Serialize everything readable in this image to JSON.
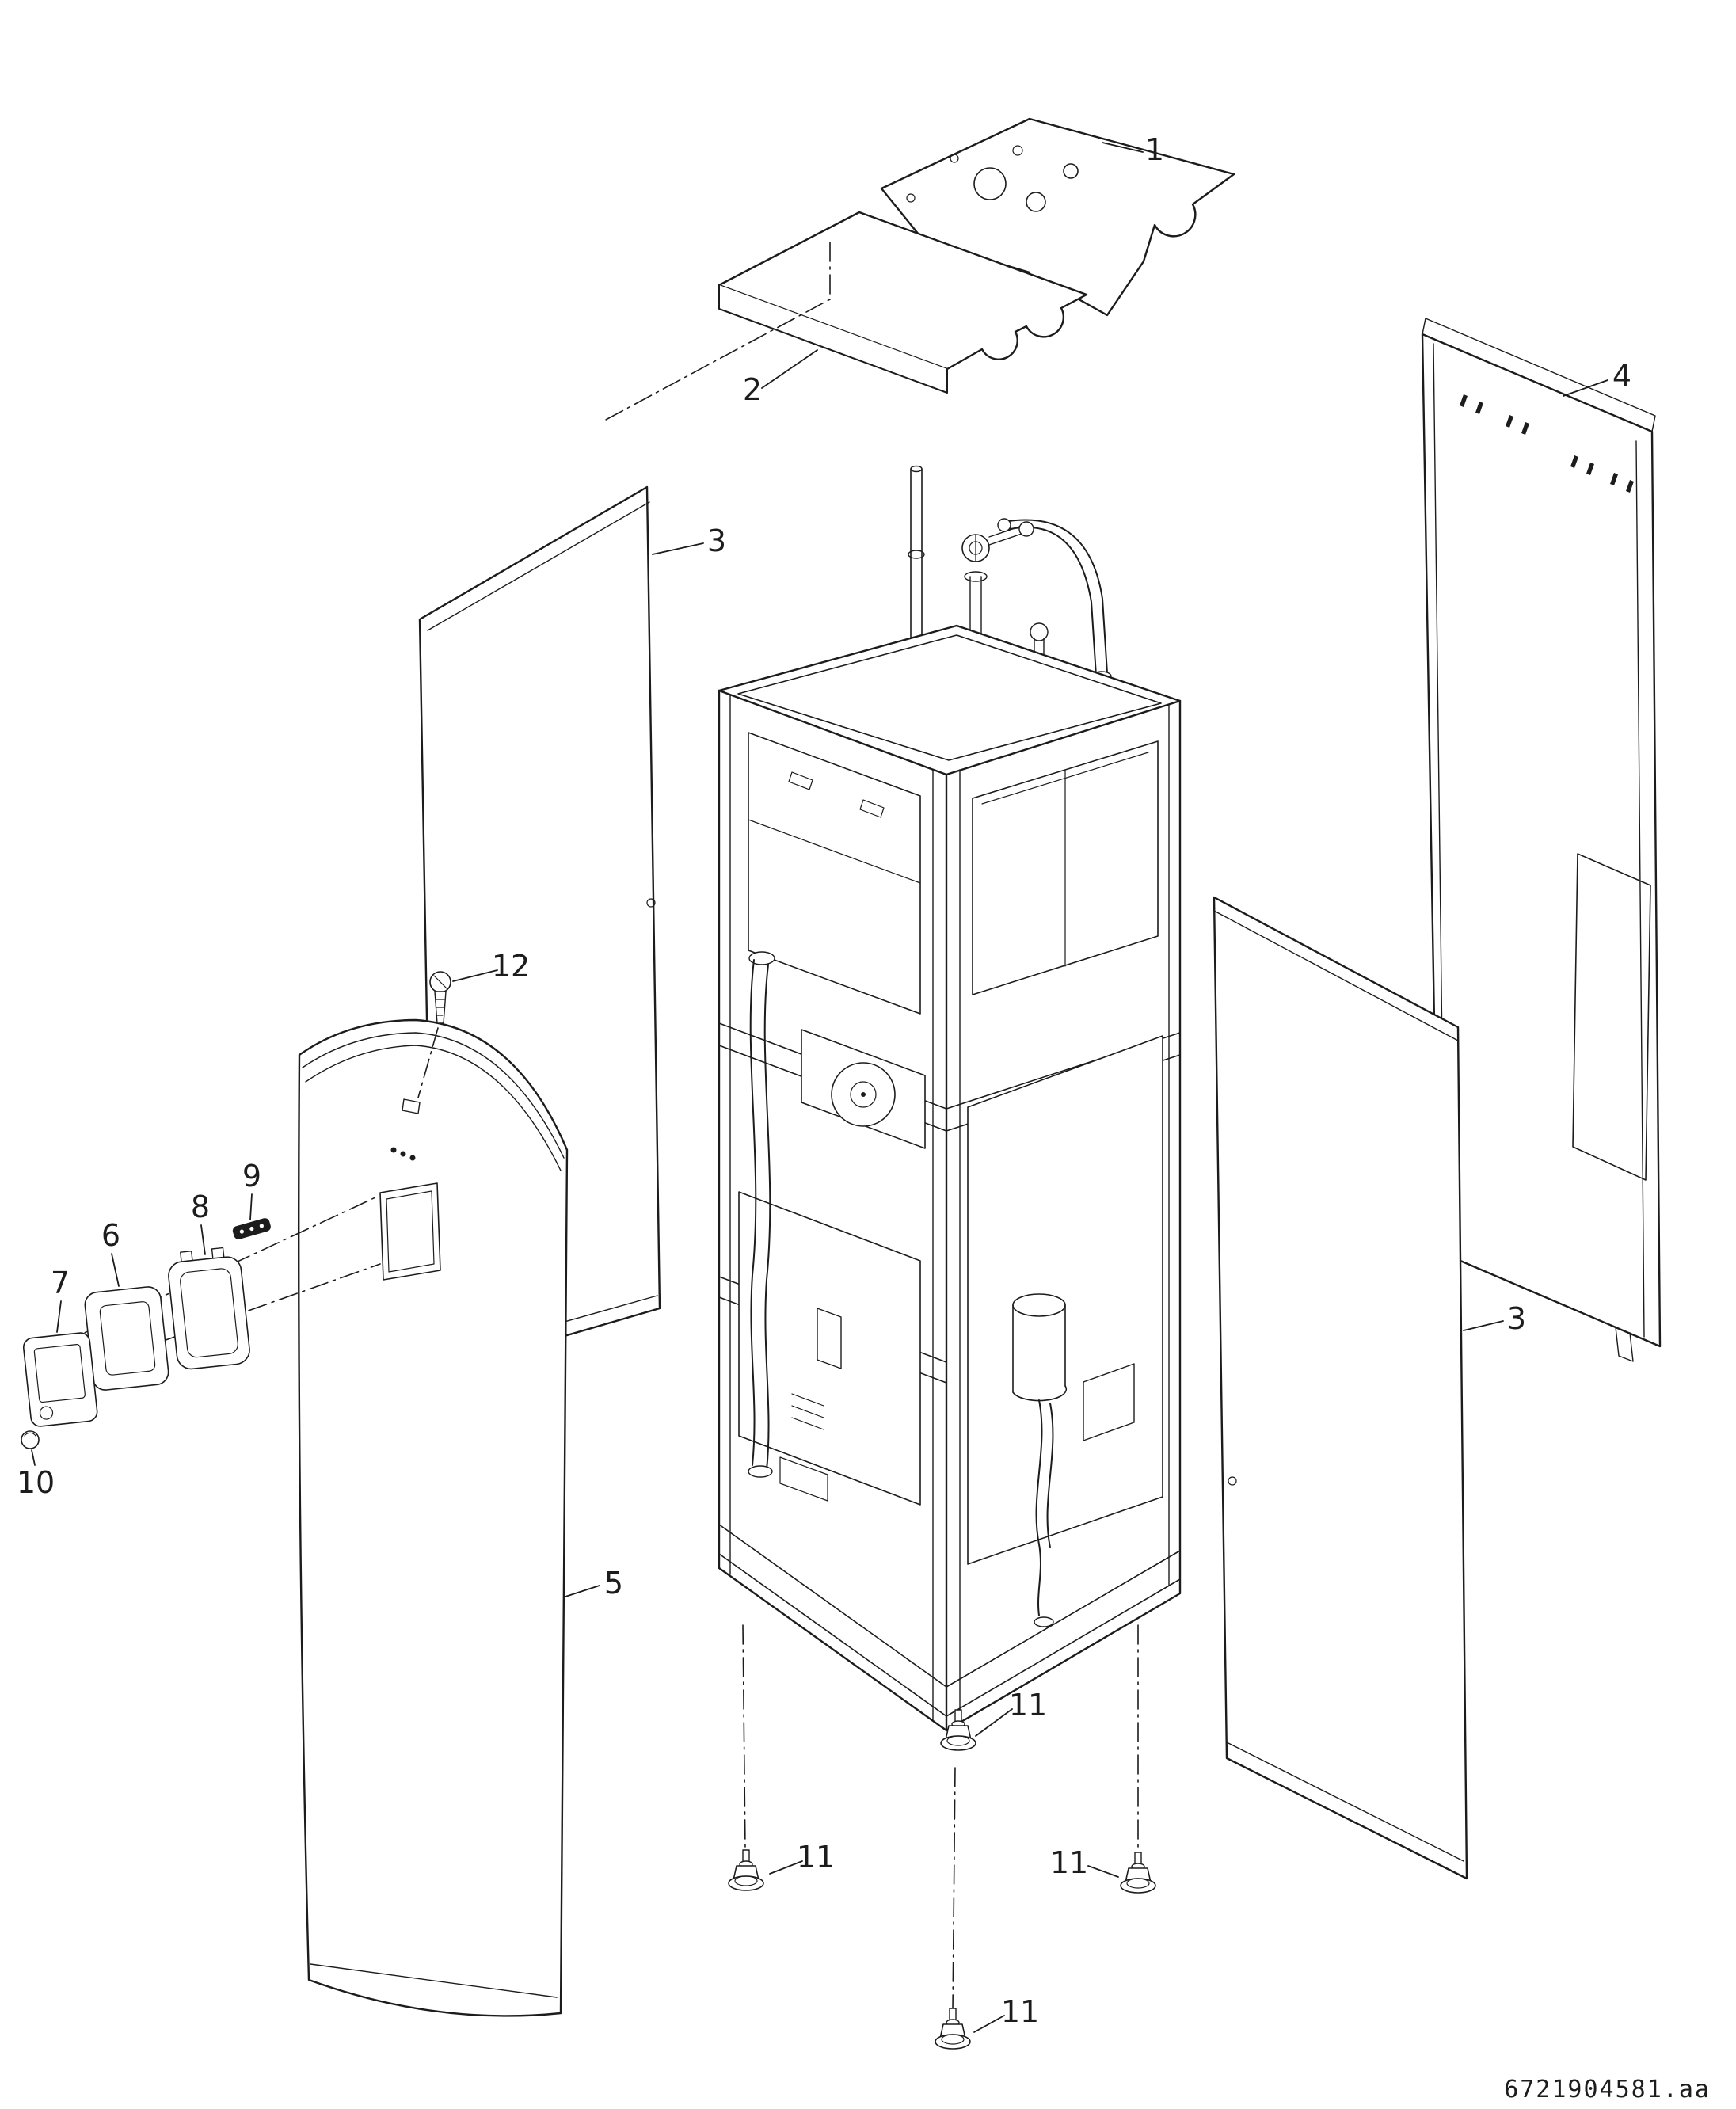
{
  "diagram": {
    "document_number": "6721904581.aa",
    "background_color": "#ffffff",
    "line_color": "#1c1c1c",
    "callouts": {
      "part1": "1",
      "part2": "2",
      "part3_left": "3",
      "part3_right": "3",
      "part4": "4",
      "part5": "5",
      "part6": "6",
      "part7": "7",
      "part8": "8",
      "part9": "9",
      "part10": "10",
      "part11_top": "11",
      "part11_left": "11",
      "part11_right": "11",
      "part11_bottom": "11",
      "part12": "12"
    }
  }
}
